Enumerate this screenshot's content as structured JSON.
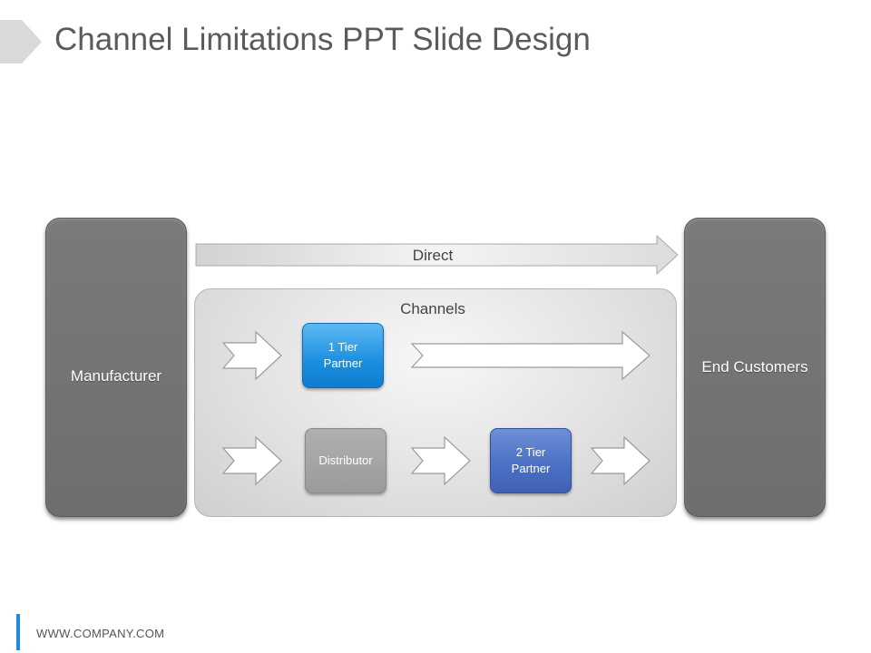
{
  "slide": {
    "title": "Channel Limitations PPT Slide Design",
    "footer": "WWW.COMPANY.COM"
  },
  "diagram": {
    "source": "Manufacturer",
    "target": "End Customers",
    "direct_label": "Direct",
    "channels_label": "Channels",
    "tier1_label": "1 Tier Partner",
    "distributor_label": "Distributor",
    "tier2_label": "2 Tier Partner"
  },
  "colors": {
    "side_box": "#757575",
    "tier1": "#1a8fe0",
    "tier2": "#4a6fc3",
    "distributor": "#a3a3a3",
    "footer_accent": "#1e88e5"
  }
}
